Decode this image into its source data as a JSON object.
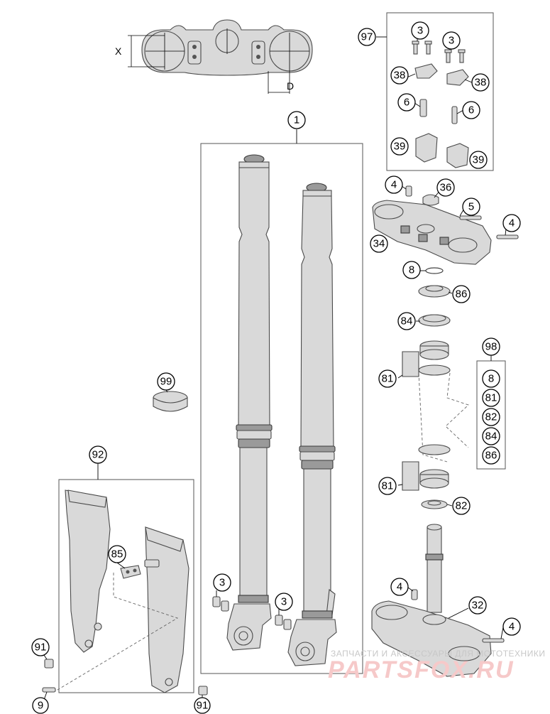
{
  "diagram": {
    "dimension_labels": {
      "x": "X",
      "d": "D"
    },
    "callouts": [
      {
        "id": "c1",
        "label": "1"
      },
      {
        "id": "c97",
        "label": "97"
      },
      {
        "id": "c3a",
        "label": "3"
      },
      {
        "id": "c3b",
        "label": "3"
      },
      {
        "id": "c38a",
        "label": "38"
      },
      {
        "id": "c38b",
        "label": "38"
      },
      {
        "id": "c6a",
        "label": "6"
      },
      {
        "id": "c6b",
        "label": "6"
      },
      {
        "id": "c39a",
        "label": "39"
      },
      {
        "id": "c39b",
        "label": "39"
      },
      {
        "id": "c4a",
        "label": "4"
      },
      {
        "id": "c36",
        "label": "36"
      },
      {
        "id": "c5",
        "label": "5"
      },
      {
        "id": "c4b",
        "label": "4"
      },
      {
        "id": "c34",
        "label": "34"
      },
      {
        "id": "c8",
        "label": "8"
      },
      {
        "id": "c86",
        "label": "86"
      },
      {
        "id": "c84",
        "label": "84"
      },
      {
        "id": "c98",
        "label": "98"
      },
      {
        "id": "c81a",
        "label": "81"
      },
      {
        "id": "k8",
        "label": "8"
      },
      {
        "id": "k81",
        "label": "81"
      },
      {
        "id": "k82",
        "label": "82"
      },
      {
        "id": "k84",
        "label": "84"
      },
      {
        "id": "k86",
        "label": "86"
      },
      {
        "id": "c81b",
        "label": "81"
      },
      {
        "id": "c82",
        "label": "82"
      },
      {
        "id": "c99",
        "label": "99"
      },
      {
        "id": "c92",
        "label": "92"
      },
      {
        "id": "c85",
        "label": "85"
      },
      {
        "id": "c3c",
        "label": "3"
      },
      {
        "id": "c3d",
        "label": "3"
      },
      {
        "id": "c4c",
        "label": "4"
      },
      {
        "id": "c32",
        "label": "32"
      },
      {
        "id": "c4d",
        "label": "4"
      },
      {
        "id": "c91a",
        "label": "91"
      },
      {
        "id": "c9",
        "label": "9"
      },
      {
        "id": "c91b",
        "label": "91"
      }
    ]
  },
  "watermark": {
    "tagline": "ЗАПЧАСТИ И АКСЕССУАРЫ ДЛЯ МОТОТЕХНИКИ",
    "brand": "PARTSFOX.RU"
  }
}
